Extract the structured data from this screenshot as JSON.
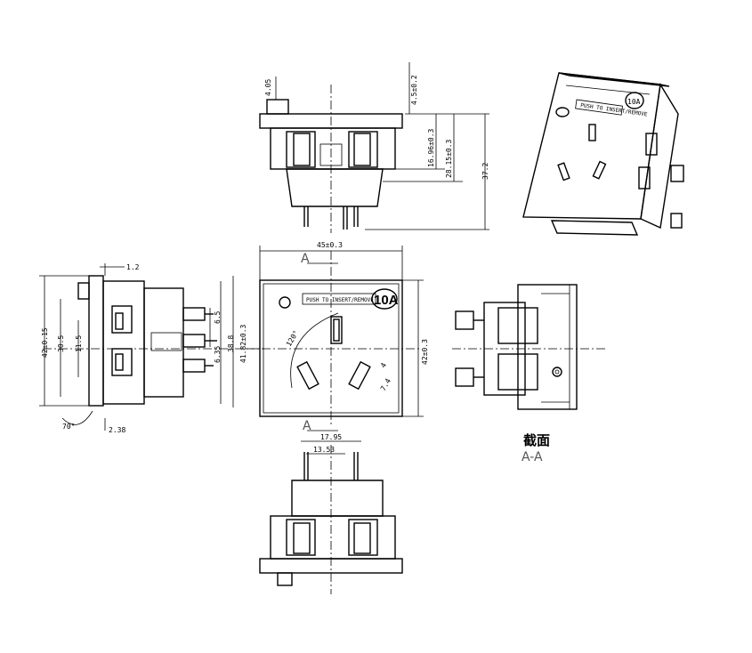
{
  "top_view": {
    "dim_a": "4.05",
    "dim_b": "4.5±0.2",
    "dim_c": "16.96±0.3",
    "dim_d": "28.15±0.3",
    "dim_e": "37.2"
  },
  "iso_view": {
    "push_label": "PUSH TO INSERT/REMOVE",
    "rating": "10A"
  },
  "left_view": {
    "dim_top": "1.2",
    "dim_h": "42±0.15",
    "dim_i": "30.5",
    "dim_j": "11.5",
    "dim_k": "6.5",
    "dim_l": "6.35",
    "dim_m": "38.8",
    "dim_n": "41.82±0.3",
    "dim_angle": "70°",
    "dim_bottom": "2.38"
  },
  "front_view": {
    "dim_w": "45±0.3",
    "dim_h": "42±0.3",
    "push_label": "PUSH TO INSERT/REMOVE",
    "rating": "10A",
    "section_top": "A",
    "section_bottom": "A",
    "dim_angle": "120°",
    "dim_slot_w": "4",
    "dim_slot_l": "7.4"
  },
  "section": {
    "title": "截面",
    "subtitle": "A-A"
  },
  "bottom_view": {
    "dim_a": "17.95",
    "dim_b": "13.53"
  }
}
